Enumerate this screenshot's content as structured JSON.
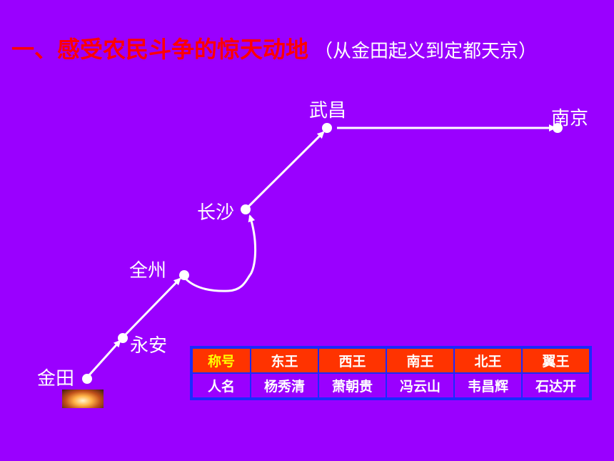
{
  "title": {
    "main": "一、感受农民斗争的惊天动地",
    "sub": "（从金田起义到定都天京）"
  },
  "cities": {
    "jintian": "金田",
    "yongan": "永安",
    "quanzhou": "全州",
    "changsha": "长沙",
    "wuchang": "武昌",
    "nanjing": "南京"
  },
  "table": {
    "row1": [
      "称号",
      "东王",
      "西王",
      "南王",
      "北王",
      "翼王"
    ],
    "row2": [
      "人名",
      "杨秀清",
      "萧朝贵",
      "冯云山",
      "韦昌辉",
      "石达开"
    ]
  },
  "colors": {
    "background": "#9a00ff",
    "title": "#ff0000",
    "header_row": "#ff3300",
    "header_label": "#ffff00",
    "table_border": "#1a2aff"
  }
}
